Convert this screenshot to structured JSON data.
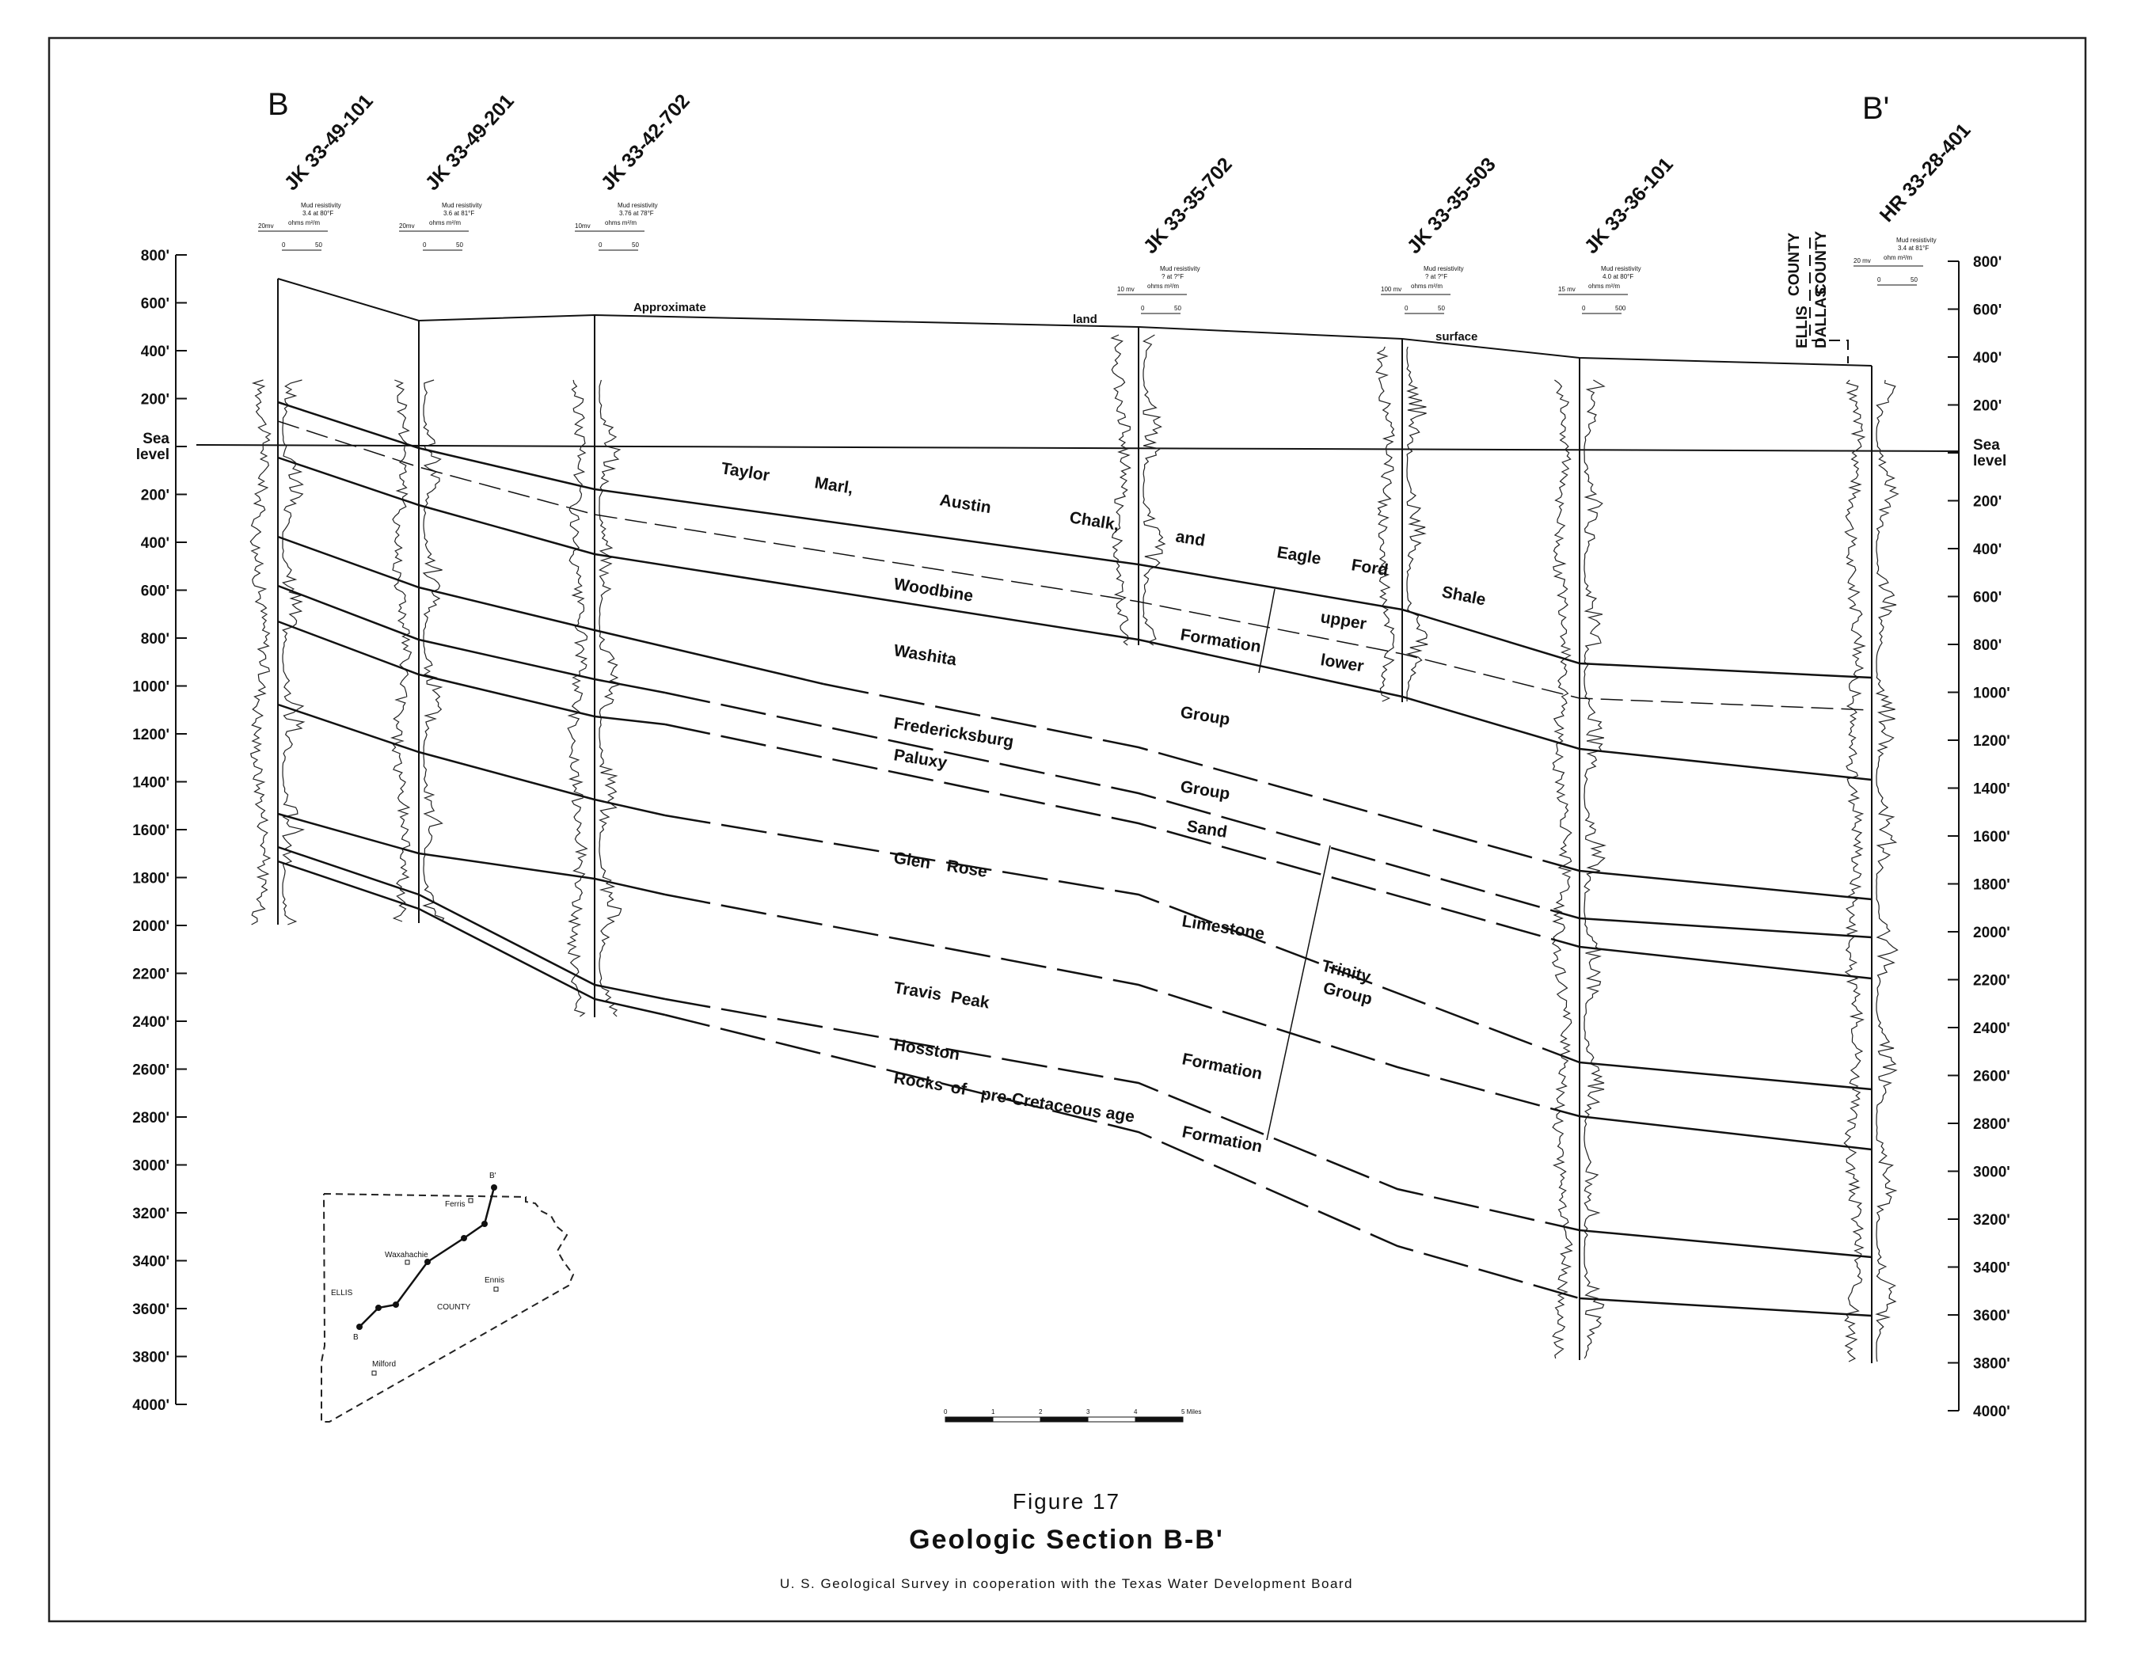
{
  "section": {
    "start_label": "B",
    "end_label": "B'"
  },
  "depth_axis": {
    "ticks": [
      "800'",
      "600'",
      "400'",
      "200'",
      "Sea level",
      "200'",
      "400'",
      "600'",
      "800'",
      "1000'",
      "1200'",
      "1400'",
      "1600'",
      "1800'",
      "2000'",
      "2200'",
      "2400'",
      "2600'",
      "2800'",
      "3000'",
      "3200'",
      "3400'",
      "3600'",
      "3800'",
      "4000'"
    ],
    "sea_level_line1": "Sea",
    "sea_level_line2": "level"
  },
  "wells": [
    {
      "id": "JK 33-49-101",
      "mud_line1": "Mud resistivity",
      "mud_line2": "3.4 at 80°F",
      "scale_left": "20mv",
      "scale_units": "ohms m²/m",
      "scale_0": "0",
      "scale_max": "50"
    },
    {
      "id": "JK 33-49-201",
      "mud_line1": "Mud resistivity",
      "mud_line2": "3.6 at 81°F",
      "scale_left": "20mv",
      "scale_units": "ohms m²/m",
      "scale_0": "0",
      "scale_max": "50"
    },
    {
      "id": "JK 33-42-702",
      "mud_line1": "Mud resistivity",
      "mud_line2": "3.76 at 78°F",
      "scale_left": "10mv",
      "scale_units": "ohms m²/m",
      "scale_0": "0",
      "scale_max": "50"
    },
    {
      "id": "JK 33-35-702",
      "mud_line1": "Mud resistivity",
      "mud_line2": "? at ?°F",
      "scale_left": "10 mv",
      "scale_units": "ohms m²/m",
      "scale_0": "0",
      "scale_max": "50"
    },
    {
      "id": "JK 33-35-503",
      "mud_line1": "Mud resistivity",
      "mud_line2": "? at ?°F",
      "scale_left": "100 mv",
      "scale_units": "ohms m²/m",
      "scale_0": "0",
      "scale_max": "50"
    },
    {
      "id": "JK 33-36-101",
      "mud_line1": "Mud resistivity",
      "mud_line2": "4.0 at 80°F",
      "scale_left": "15 mv",
      "scale_units": "ohms m²/m",
      "scale_0": "0",
      "scale_max": "500"
    },
    {
      "id": "HR 33-28-401",
      "mud_line1": "Mud resistivity",
      "mud_line2": "3.4 at 81°F",
      "scale_left": "20 mv",
      "scale_units": "ohm m²/m",
      "scale_0": "0",
      "scale_max": "50"
    }
  ],
  "county_line": {
    "county_word_top": "COUNTY",
    "ellis": "ELLIS",
    "dallas": "DALLAS",
    "county_word_bottom": "COUNTY"
  },
  "land_surface": [
    "Approximate",
    "land",
    "surface"
  ],
  "units": {
    "taylor": [
      "Taylor",
      "Marl,",
      "Austin",
      "Chalk,",
      "and",
      "Eagle",
      "Ford",
      "Shale"
    ],
    "upper": "upper",
    "lower": "lower",
    "woodbine": [
      "Woodbine",
      "Formation"
    ],
    "washita": [
      "Washita",
      "Group"
    ],
    "fredericksburg": [
      "Fredericksburg",
      "Group"
    ],
    "paluxy": [
      "Paluxy",
      "Sand"
    ],
    "glen_rose": [
      "Glen",
      "Rose",
      "Limestone"
    ],
    "trinity": [
      "Trinity",
      "Group"
    ],
    "travis_peak": [
      "Travis",
      "Peak",
      "Formation"
    ],
    "hosston": [
      "Hosston",
      "Formation"
    ],
    "pre_cretaceous": [
      "Rocks",
      "of",
      "pre-Cretaceous",
      "age"
    ]
  },
  "index_map": {
    "ferris": "Ferris",
    "waxahachie": "Waxahachie",
    "ennis": "Ennis",
    "ellis": "ELLIS",
    "county": "COUNTY",
    "milford": "Milford",
    "b": "B",
    "b_prime": "B'"
  },
  "scale_bar": {
    "ticks": [
      "0",
      "1",
      "2",
      "3",
      "4",
      "5 Miles"
    ]
  },
  "caption": {
    "figure": "Figure 17",
    "title": "Geologic Section B-B'",
    "credit": "U. S. Geological Survey in cooperation with the Texas Water Development Board"
  }
}
